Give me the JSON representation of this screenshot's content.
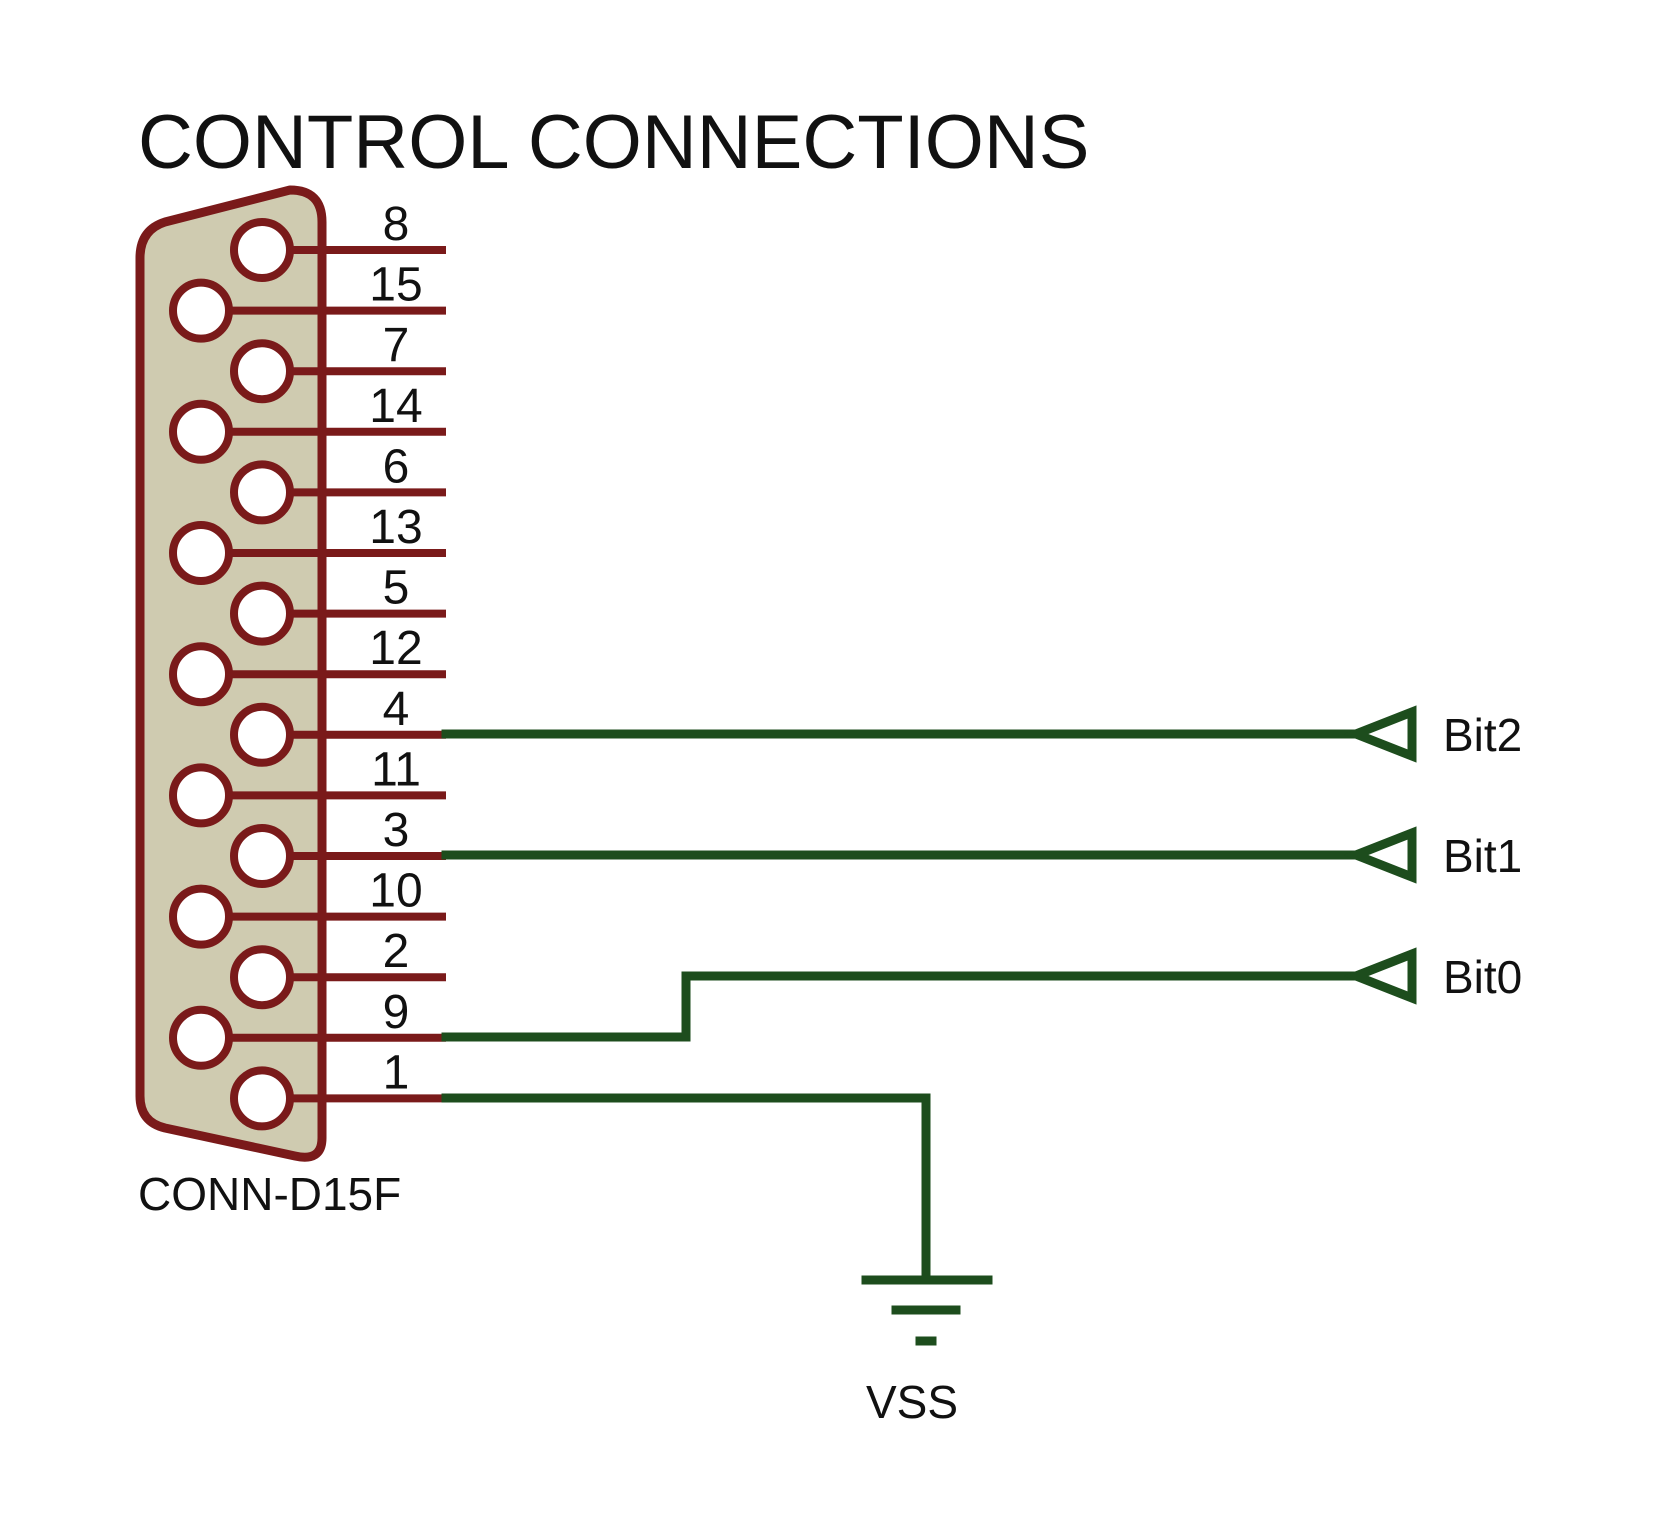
{
  "title": "CONTROL CONNECTIONS",
  "connector": {
    "part": "CONN-D15F",
    "pins": [
      "8",
      "15",
      "7",
      "14",
      "6",
      "13",
      "5",
      "12",
      "4",
      "11",
      "3",
      "10",
      "2",
      "9",
      "1"
    ]
  },
  "nets": [
    {
      "pin": "4",
      "label": "Bit2"
    },
    {
      "pin": "3",
      "label": "Bit1"
    },
    {
      "pin": "9",
      "label": "Bit0"
    },
    {
      "pin": "1",
      "label": "VSS"
    }
  ],
  "colors": {
    "connector_outline": "#7a1a1a",
    "connector_fill": "#cfcbb0",
    "wire": "#1d4d1d",
    "text": "#111111",
    "background": "#ffffff"
  }
}
